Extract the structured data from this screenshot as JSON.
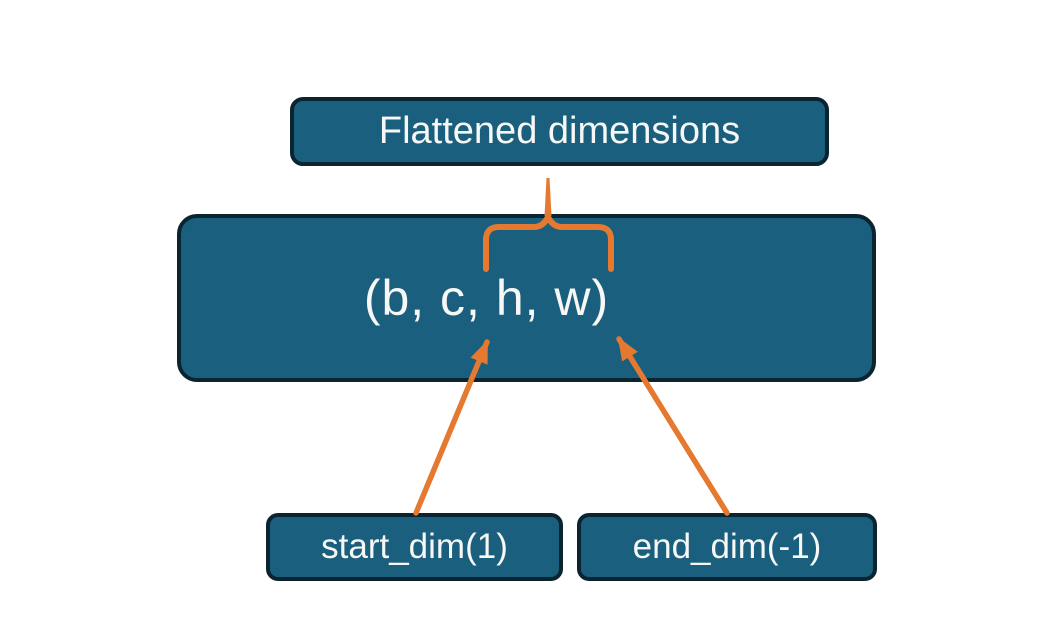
{
  "colors": {
    "background": "#ffffff",
    "box_fill": "#1b5f7e",
    "box_border": "#0b2530",
    "label_text": "#f7f7f5",
    "accent": "#e4792f"
  },
  "diagram": {
    "flattened_box": {
      "label": "Flattened dimensions"
    },
    "tensor_box": {
      "label": "(b, c, h, w)"
    },
    "start_dim_box": {
      "label": "start_dim(1)"
    },
    "end_dim_box": {
      "label": "end_dim(-1)"
    }
  }
}
